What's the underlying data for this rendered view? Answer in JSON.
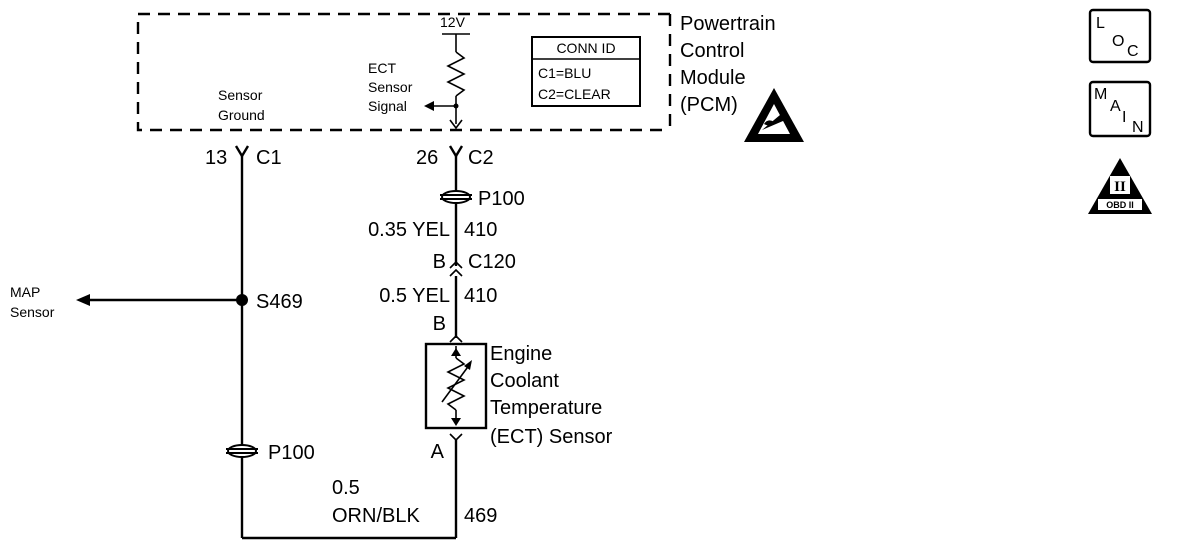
{
  "module": {
    "name_lines": [
      "Powertrain",
      "Control",
      "Module",
      "(PCM)"
    ],
    "supply": "12V",
    "conn_id": {
      "title": "CONN ID",
      "lines": [
        "C1=BLU",
        "C2=CLEAR"
      ]
    },
    "ect_signal_lines": [
      "ECT",
      "Sensor",
      "Signal"
    ],
    "sensor_ground_lines": [
      "Sensor",
      "Ground"
    ]
  },
  "pins": {
    "c1_pin": "13",
    "c1_label": "C1",
    "c2_pin": "26",
    "c2_label": "C2"
  },
  "signal_circuit": {
    "p100_label": "P100",
    "upper_wire": "0.35 YEL",
    "upper_circuit": "410",
    "c120_pin": "B",
    "c120_label": "C120",
    "lower_wire": "0.5 YEL",
    "lower_circuit": "410",
    "sensor_pin_b": "B"
  },
  "ground_circuit": {
    "splice_label": "S469",
    "map_sensor_lines": [
      "MAP",
      "Sensor"
    ],
    "p100_label": "P100",
    "sensor_pin_a": "A",
    "wire_lines": [
      "0.5",
      "ORN/BLK"
    ],
    "circuit": "469"
  },
  "ect_sensor": {
    "name_lines": [
      "Engine",
      "Coolant",
      "Temperature",
      "(ECT) Sensor"
    ]
  },
  "icons": {
    "loc": {
      "letters": [
        "L",
        "O",
        "C"
      ]
    },
    "main": {
      "letters": [
        "M",
        "A",
        "I",
        "N"
      ]
    },
    "obd": {
      "numeral": "II",
      "label": "OBD II"
    }
  }
}
